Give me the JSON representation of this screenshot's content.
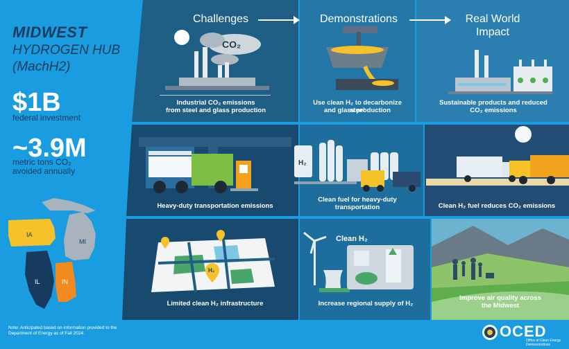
{
  "hub": {
    "title": "MIDWEST",
    "subtitle_line1": "HYDROGEN HUB",
    "subtitle_line2": "(MachH2)"
  },
  "stats": [
    {
      "value": "$1B",
      "label_line1": "federal investment",
      "label_line2": ""
    },
    {
      "value": "~3.9M",
      "label_line1": "metric tons CO₂",
      "label_line2": "avoided annually"
    }
  ],
  "states": [
    "IA",
    "MI",
    "IL",
    "IN"
  ],
  "note": "Note: Anticipated based on information provided to the Department of Energy as of Fall 2024.",
  "columns": {
    "challenges": "Challenges",
    "demonstrations": "Demonstrations",
    "impact_line1": "Real World",
    "impact_line2": "Impact"
  },
  "panels": {
    "r1c1_line1": "Industrial CO₂ emissions",
    "r1c1_line2": "from steel and glass production",
    "r1c2_line1": "Use clean H₂ to decarbonize steel",
    "r1c2_line2": "and glass production",
    "r1c3_line1": "Sustainable products and reduced",
    "r1c3_line2": "CO₂ emissions",
    "r2c1": "Heavy-duty transportation emissions",
    "r2c2_line1": "Clean fuel for heavy-duty",
    "r2c2_line2": "transportation",
    "r2c3": "Clean H₂ fuel reduces CO₂ emissions",
    "r3c1": "Limited clean H₂ infrastructure",
    "r3c2": "Increase regional supply of H₂",
    "r3c3_line1": "Improve air quality across",
    "r3c3_line2": "the Midwest"
  },
  "art_labels": {
    "co2": "CO₂",
    "h2_tank": "H₂",
    "h2_pin": "H₂",
    "clean_h2": "Clean H₂"
  },
  "logo": {
    "name": "OCED",
    "sub": "Office of Clean Energy Demonstrations"
  }
}
